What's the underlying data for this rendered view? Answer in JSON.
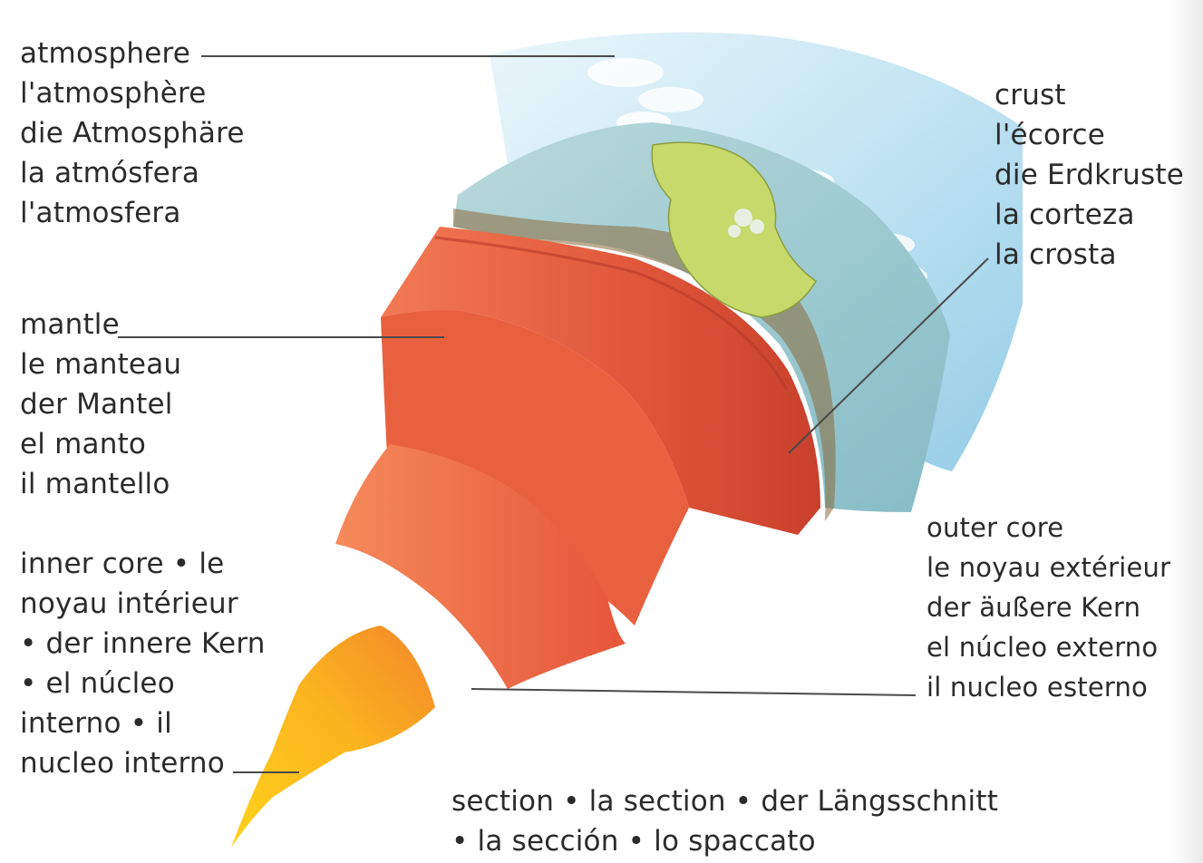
{
  "labels": {
    "atmosphere": [
      "atmosphere",
      "l'atmosphère",
      "die Atmosphäre",
      "la atmósfera",
      "l'atmosfera"
    ],
    "crust": [
      "crust",
      "l'écorce",
      "die Erdkruste",
      "la corteza",
      "la crosta"
    ],
    "mantle": [
      "mantle",
      "le manteau",
      "der Mantel",
      "el manto",
      "il mantello"
    ],
    "inner_core": [
      "inner core • le",
      "noyau intérieur",
      "• der innere Kern",
      "• el núcleo",
      "interno • il",
      "nucleo interno"
    ],
    "outer_core": [
      "outer core",
      "le noyau extérieur",
      "der äußere Kern",
      "el núcleo externo",
      "il nucleo esterno"
    ],
    "section": [
      "section • la section • der Längsschnitt",
      "• la sección • lo spaccato"
    ]
  },
  "colors": {
    "text": "#2b2b2b",
    "leader_line": "#4a4a4a",
    "atmosphere": "#bfe3f2",
    "crust_water": "#9dc9cf",
    "land": "#c6d96a",
    "mantle": "#e0553a",
    "outer_core": "#ee6a3c",
    "inner_core": "#f6a21e"
  }
}
